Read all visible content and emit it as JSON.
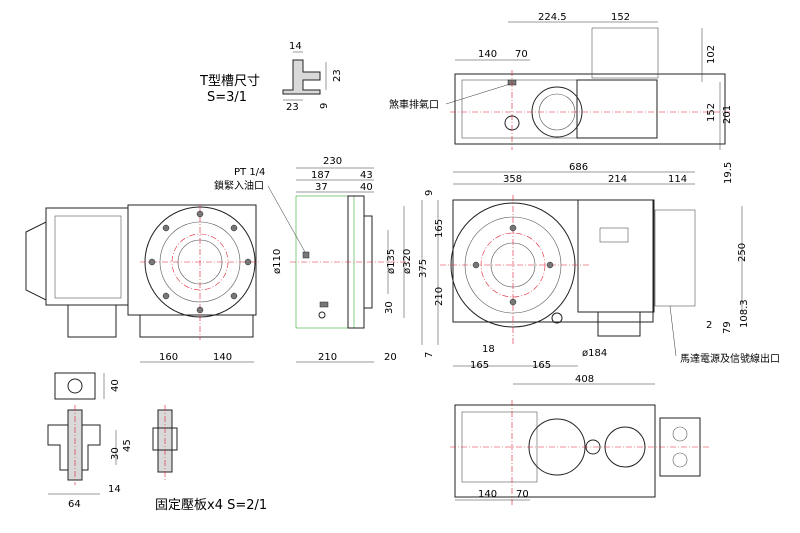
{
  "tslot": {
    "title": "T型槽尺寸",
    "scale": "S=3/1",
    "d_14": "14",
    "d_23_h": "23",
    "d_23_w": "23",
    "d_9": "9"
  },
  "top_view": {
    "d_224_5": "224.5",
    "d_152_top": "152",
    "d_140": "140",
    "d_70": "70",
    "d_102": "102",
    "d_152_side": "152",
    "d_201": "201",
    "d_19_5": "19.5",
    "brake_label": "煞車排氣口"
  },
  "side_view": {
    "d_230": "230",
    "d_187": "187",
    "d_43": "43",
    "d_37": "37",
    "d_40": "40",
    "d_110": "ø110",
    "d_135": "ø135",
    "d_320": "ø320",
    "d_30": "30",
    "d_210": "210",
    "d_20": "20",
    "pt_label": "PT 1/4",
    "oil_label": "鎖緊入油口"
  },
  "front_view": {
    "d_686": "686",
    "d_9": "9",
    "d_358": "358",
    "d_214": "214",
    "d_114": "114",
    "d_165_v": "165",
    "d_375": "375",
    "d_210_v": "210",
    "d_7": "7",
    "d_250": "250",
    "d_2": "2",
    "d_79": "79",
    "d_108_3": "108.3",
    "d_18": "18",
    "d_165_a": "165",
    "d_165_b": "165",
    "d_184": "ø184",
    "d_408": "408",
    "motor_label": "馬達電源及信號線出口"
  },
  "left_view": {
    "d_160": "160",
    "d_140": "140"
  },
  "clamp": {
    "d_40": "40",
    "d_30": "30",
    "d_45": "45",
    "d_64": "64",
    "d_14": "14",
    "caption": "固定壓板x4  S=2/1"
  },
  "bottom_view": {
    "d_140": "140",
    "d_70": "70"
  }
}
